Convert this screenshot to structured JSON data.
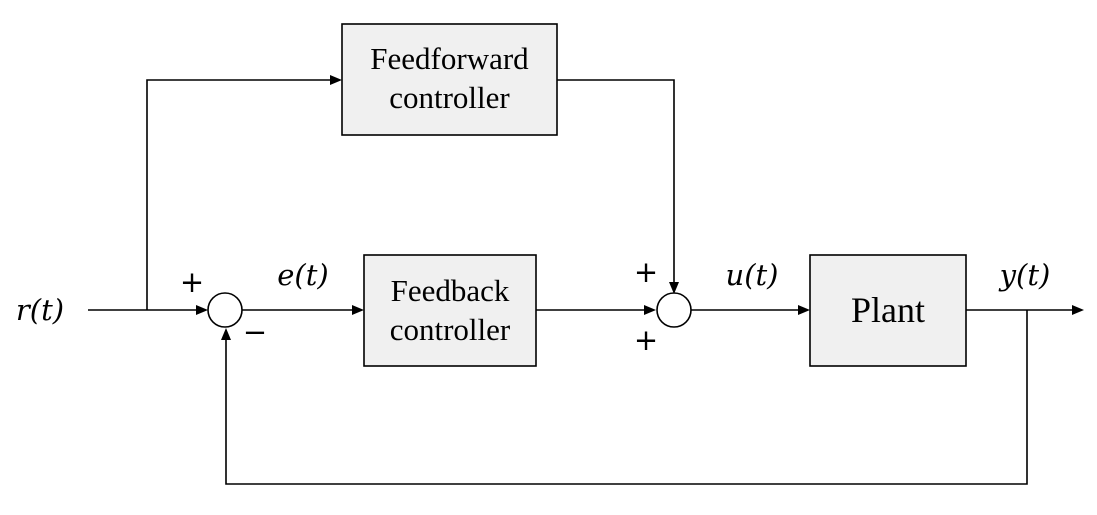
{
  "blocks": {
    "feedforward": {
      "line1": "Feedforward",
      "line2": "controller"
    },
    "feedback": {
      "line1": "Feedback",
      "line2": "controller"
    },
    "plant": {
      "label": "Plant"
    }
  },
  "signals": {
    "reference": "r(t)",
    "error": "e(t)",
    "control": "u(t)",
    "output": "y(t)"
  },
  "summing_junctions": {
    "error_sum": {
      "top_sign": "+",
      "bottom_sign": "−"
    },
    "control_sum": {
      "top_sign": "+",
      "bottom_sign": "+"
    }
  },
  "colors": {
    "block_fill": "#f0f0f0",
    "line": "#000000"
  }
}
